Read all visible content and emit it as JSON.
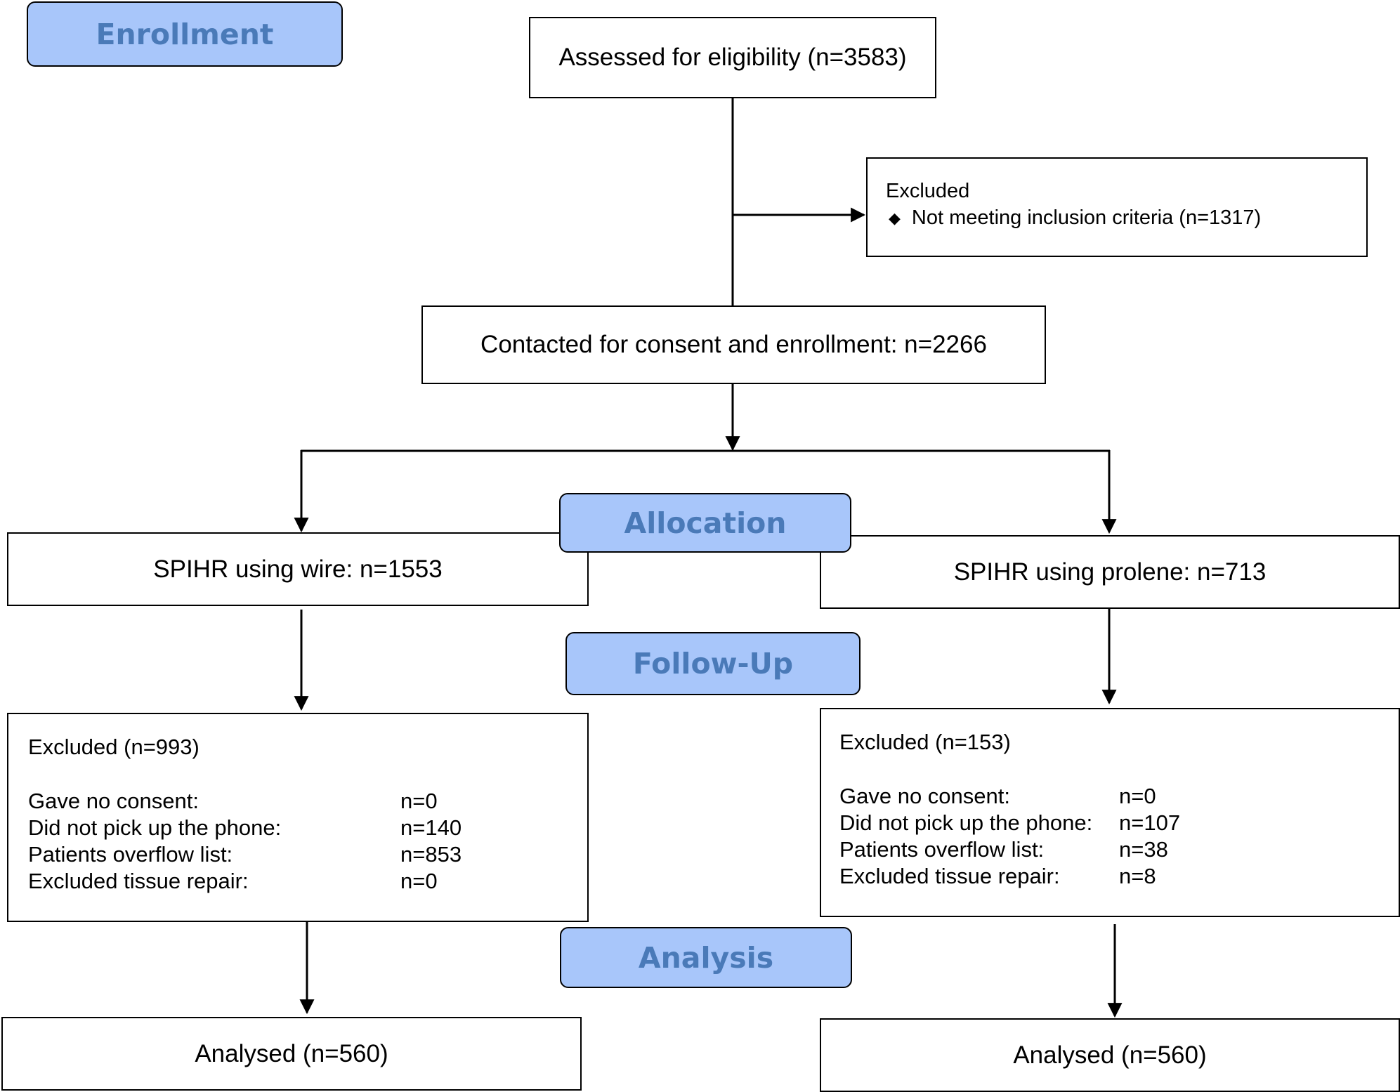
{
  "stages": {
    "enrollment": "Enrollment",
    "allocation": "Allocation",
    "followup": "Follow-Up",
    "analysis": "Analysis"
  },
  "enrollment": {
    "assessed": "Assessed for eligibility (n=3583)",
    "excluded_title": "Excluded",
    "excluded_reason": "Not meeting inclusion criteria (n=1317)",
    "contacted": "Contacted for consent and enrollment: n=2266"
  },
  "allocation": {
    "left": "SPIHR using wire: n=1553",
    "right": "SPIHR using prolene: n=713"
  },
  "followup": {
    "left": {
      "title": "Excluded (n=993)",
      "rows": [
        {
          "label": "Gave no consent:",
          "value": "n=0"
        },
        {
          "label": "Did not pick up the phone:",
          "value": "n=140"
        },
        {
          "label": "Patients overflow list:",
          "value": "n=853"
        },
        {
          "label": "Excluded tissue repair:",
          "value": "n=0"
        }
      ]
    },
    "right": {
      "title": "Excluded (n=153)",
      "rows": [
        {
          "label": "Gave no consent:",
          "value": "n=0"
        },
        {
          "label": "Did not pick up the phone:",
          "value": "n=107"
        },
        {
          "label": "Patients overflow list:",
          "value": "n=38"
        },
        {
          "label": "Excluded tissue repair:",
          "value": "n=8"
        }
      ]
    }
  },
  "analysis": {
    "left": "Analysed (n=560)",
    "right": "Analysed (n=560)"
  }
}
